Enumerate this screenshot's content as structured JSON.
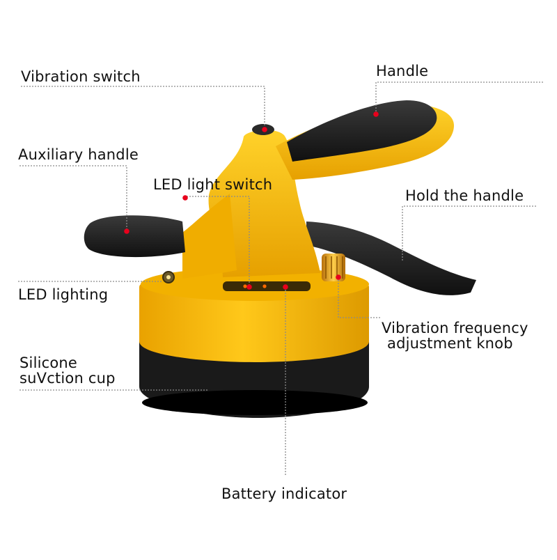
{
  "labels": {
    "vibration_switch": "Vibration switch",
    "handle": "Handle",
    "auxiliary_handle": "Auxiliary handle",
    "led_light_switch": "LED light switch",
    "hold_the_handle": "Hold the handle",
    "led_lighting": "LED lighting",
    "vibration_frequency_line1": "Vibration frequency",
    "vibration_frequency_line2": "adjustment knob",
    "silicone_line1": "Silicone",
    "silicone_line2": "suVction cup",
    "battery_indicator": "Battery indicator"
  },
  "colors": {
    "body_yellow": "#f6b400",
    "body_highlight": "#ffd21a",
    "body_shadow": "#d89400",
    "grip_black": "#1c1c1c",
    "marker_red": "#e8001c",
    "knob_gold": "#e8a21a",
    "leader_line": "#888888"
  }
}
